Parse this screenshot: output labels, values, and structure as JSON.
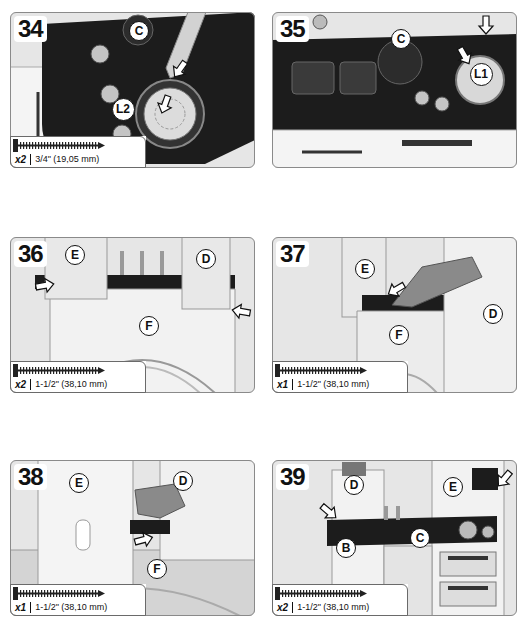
{
  "diagram": {
    "nodes": [
      {
        "text": [
          "34"
        ]
      },
      {
        "text": [
          "C"
        ],
        "in": 0
      },
      {
        "text": [
          "L2"
        ],
        "in": 0
      },
      {
        "text": [
          "x2",
          "3/4\" (19,05 mm)"
        ],
        "in": 0
      },
      {
        "text": [
          "35"
        ]
      },
      {
        "text": [
          "C"
        ],
        "in": 4
      },
      {
        "text": [
          "L1"
        ],
        "in": 4
      },
      {
        "text": [
          "36"
        ]
      },
      {
        "text": [
          "E"
        ],
        "in": 7
      },
      {
        "text": [
          "D"
        ],
        "in": 7
      },
      {
        "text": [
          "F"
        ],
        "in": 7
      },
      {
        "text": [
          "x2",
          "1-1/2\" (38,10 mm)"
        ],
        "in": 7
      },
      {
        "text": [
          "37"
        ]
      },
      {
        "text": [
          "E"
        ],
        "in": 12
      },
      {
        "text": [
          "D"
        ],
        "in": 12
      },
      {
        "text": [
          "F"
        ],
        "in": 12
      },
      {
        "text": [
          "x1",
          "1-1/2\" (38,10 mm)"
        ],
        "in": 12
      },
      {
        "text": [
          "38"
        ]
      },
      {
        "text": [
          "E"
        ],
        "in": 17
      },
      {
        "text": [
          "D"
        ],
        "in": 17
      },
      {
        "text": [
          "F"
        ],
        "in": 17
      },
      {
        "text": [
          "x1",
          "1-1/2\" (38,10 mm)"
        ],
        "in": 17
      },
      {
        "text": [
          "39"
        ]
      },
      {
        "text": [
          "D"
        ],
        "in": 22
      },
      {
        "text": [
          "E"
        ],
        "in": 22
      },
      {
        "text": [
          "C"
        ],
        "in": 22
      },
      {
        "text": [
          "B"
        ],
        "in": 22
      },
      {
        "text": [
          "x2",
          "1-1/2\" (38,10 mm)"
        ],
        "in": 22
      }
    ]
  }
}
